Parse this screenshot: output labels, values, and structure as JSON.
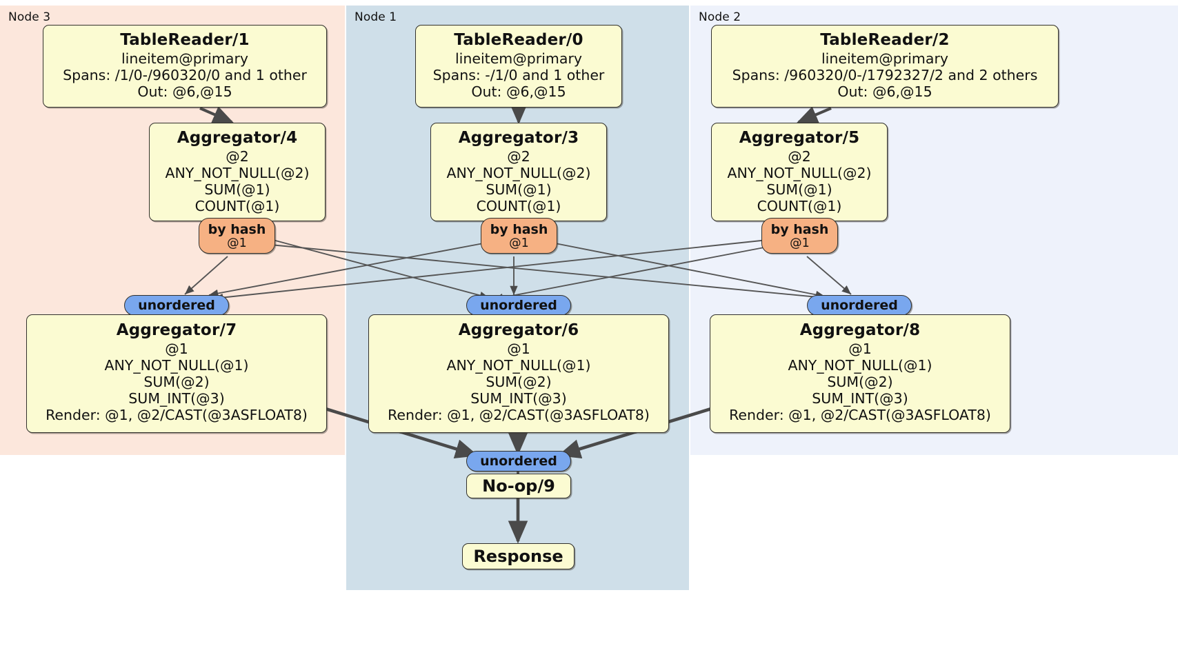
{
  "diagram": {
    "type": "distributed-query-plan",
    "nodes": [
      {
        "id": "node3",
        "label": "Node 3",
        "color": "#fce7dc"
      },
      {
        "id": "node1",
        "label": "Node 1",
        "color": "#cfdfe9"
      },
      {
        "id": "node2",
        "label": "Node 2",
        "color": "#eef2fb"
      }
    ],
    "boxes": {
      "table_reader_1": {
        "title": "TableReader/1",
        "lines": [
          "lineitem@primary",
          "Spans: /1/0-/960320/0 and 1 other",
          "Out: @6,@15"
        ]
      },
      "table_reader_0": {
        "title": "TableReader/0",
        "lines": [
          "lineitem@primary",
          "Spans: -/1/0 and 1 other",
          "Out: @6,@15"
        ]
      },
      "table_reader_2": {
        "title": "TableReader/2",
        "lines": [
          "lineitem@primary",
          "Spans: /960320/0-/1792327/2 and 2 others",
          "Out: @6,@15"
        ]
      },
      "aggregator_4": {
        "title": "Aggregator/4",
        "lines": [
          "@2",
          "ANY_NOT_NULL(@2)",
          "SUM(@1)",
          "COUNT(@1)"
        ]
      },
      "aggregator_3": {
        "title": "Aggregator/3",
        "lines": [
          "@2",
          "ANY_NOT_NULL(@2)",
          "SUM(@1)",
          "COUNT(@1)"
        ]
      },
      "aggregator_5": {
        "title": "Aggregator/5",
        "lines": [
          "@2",
          "ANY_NOT_NULL(@2)",
          "SUM(@1)",
          "COUNT(@1)"
        ]
      },
      "aggregator_7": {
        "title": "Aggregator/7",
        "lines": [
          "@1",
          "ANY_NOT_NULL(@1)",
          "SUM(@2)",
          "SUM_INT(@3)",
          "Render: @1, @2/CAST(@3ASFLOAT8)"
        ]
      },
      "aggregator_6": {
        "title": "Aggregator/6",
        "lines": [
          "@1",
          "ANY_NOT_NULL(@1)",
          "SUM(@2)",
          "SUM_INT(@3)",
          "Render: @1, @2/CAST(@3ASFLOAT8)"
        ]
      },
      "aggregator_8": {
        "title": "Aggregator/8",
        "lines": [
          "@1",
          "ANY_NOT_NULL(@1)",
          "SUM(@2)",
          "SUM_INT(@3)",
          "Render: @1, @2/CAST(@3ASFLOAT8)"
        ]
      },
      "noop_9": {
        "title": "No-op/9"
      },
      "response": {
        "title": "Response"
      }
    },
    "badges": {
      "hash_left": {
        "title": "by hash",
        "sub": "@1"
      },
      "hash_center": {
        "title": "by hash",
        "sub": "@1"
      },
      "hash_right": {
        "title": "by hash",
        "sub": "@1"
      },
      "unordered_left": {
        "title": "unordered"
      },
      "unordered_center": {
        "title": "unordered"
      },
      "unordered_right": {
        "title": "unordered"
      },
      "unordered_final": {
        "title": "unordered"
      }
    },
    "colors": {
      "box_fill": "#fbfbd2",
      "hash_fill": "#f6b183",
      "unordered_fill": "#79a7ee",
      "stroke": "#31302c",
      "node3_bg": "#fce7dc",
      "node1_bg": "#cfdfe9",
      "node2_bg": "#eef2fb"
    }
  }
}
